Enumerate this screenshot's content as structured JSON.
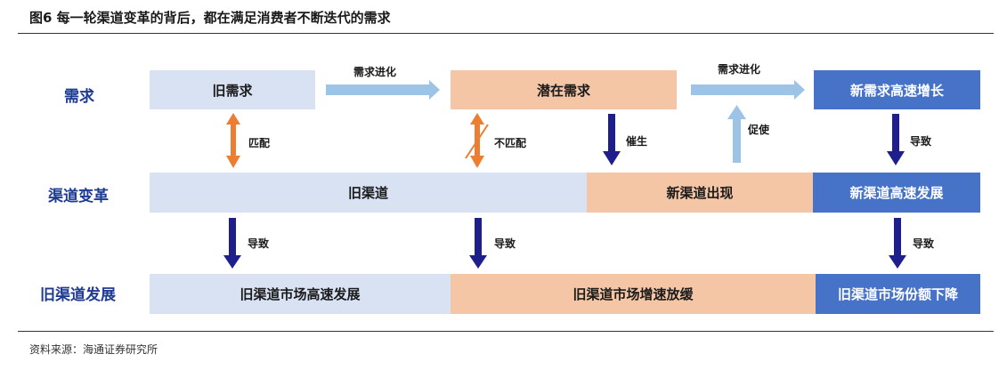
{
  "title": "图6  每一轮渠道变革的背后，都在满足消费者不断迭代的需求",
  "row_labels": {
    "demand": "需求",
    "reform": "渠道变革",
    "old_dev": "旧渠道发展"
  },
  "demand_row": {
    "old": "旧需求",
    "latent": "潜在需求",
    "new": "新需求高速增长"
  },
  "reform_row": {
    "old": "旧渠道",
    "emerge": "新渠道出现",
    "fast": "新渠道高速发展"
  },
  "old_dev_row": {
    "fast": "旧渠道市场高速发展",
    "slow": "旧渠道市场增速放缓",
    "share_down": "旧渠道市场份额下降"
  },
  "arrow_labels": {
    "evolve1": "需求进化",
    "evolve2": "需求进化",
    "match": "匹配",
    "mismatch": "不匹配",
    "spawn": "催生",
    "promote": "促使",
    "lead_new": "导致",
    "lead1": "导致",
    "lead2": "导致",
    "lead3": "导致"
  },
  "source": "资料来源：海通证券研究所",
  "colors": {
    "light": "#d8e2f3",
    "peach": "#f5c6a6",
    "blue": "#4673c8",
    "orange": "#ed7d31",
    "navy": "#1f1f8c",
    "lightblue": "#9dc3e6"
  }
}
